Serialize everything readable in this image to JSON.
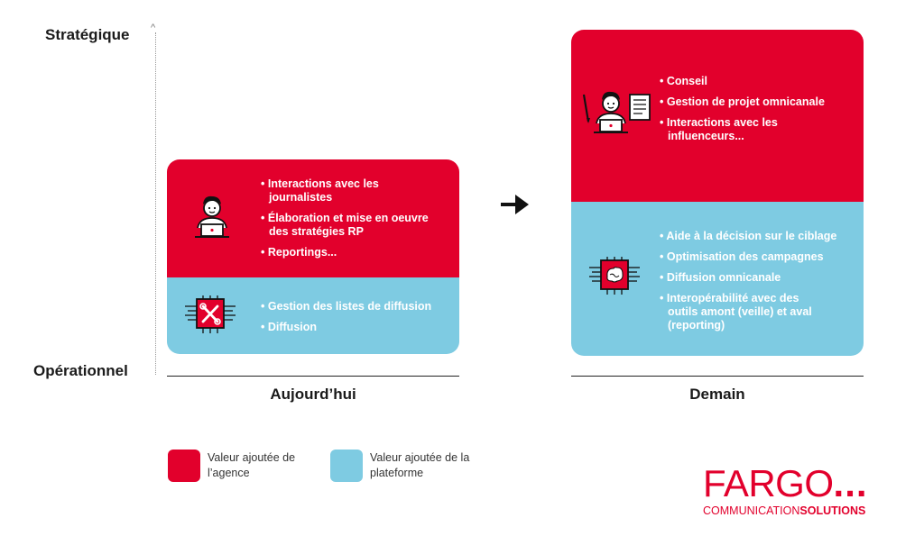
{
  "axis": {
    "top_label": "Stratégique",
    "bottom_label": "Opérationnel"
  },
  "today": {
    "label": "Aujourd’hui",
    "agency_items": [
      "Interactions avec les journalistes",
      "Élaboration et mise en oeuvre des stratégies RP",
      "Reportings..."
    ],
    "platform_items": [
      "Gestion des listes de diffusion",
      "Diffusion"
    ]
  },
  "tomorrow": {
    "label": "Demain",
    "agency_items": [
      "Conseil",
      "Gestion de projet omnicanale",
      "Interactions avec les influenceurs..."
    ],
    "platform_items": [
      "Aide à la décision sur le ciblage",
      "Optimisation des campagnes",
      "Diffusion omnicanale",
      "Interopérabilité avec des outils amont (veille) et aval (reporting)"
    ]
  },
  "legend": {
    "agency": "Valeur ajoutée de l’agence",
    "platform": "Valeur ajoutée de la plateforme"
  },
  "brand": {
    "name": "FARGO",
    "dots": "...",
    "tagline_light": "COMMUNICATION",
    "tagline_bold": "SOLUTIONS"
  },
  "colors": {
    "agency": "#e2002c",
    "platform": "#7ecbe2"
  }
}
